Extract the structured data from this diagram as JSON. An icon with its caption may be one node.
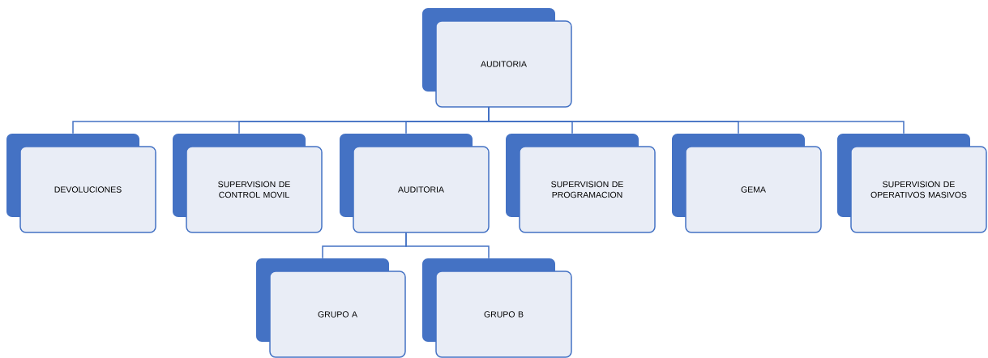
{
  "diagram": {
    "nodes": [
      {
        "text": [
          "AUDITORIA"
        ]
      },
      {
        "text": [
          "DEVOLUCIONES"
        ]
      },
      {
        "text": [
          "SUPERVISION DE CONTROL MOVIL"
        ]
      },
      {
        "text": [
          "AUDITORIA"
        ]
      },
      {
        "text": [
          "SUPERVISION DE PROGRAMACION"
        ]
      },
      {
        "text": [
          "GEMA"
        ]
      },
      {
        "text": [
          "SUPERVISION DE OPERATIVOS MASIVOS"
        ]
      },
      {
        "text": [
          "GRUPO A"
        ]
      },
      {
        "text": [
          "GRUPO B"
        ]
      }
    ],
    "edges": [
      {
        "from": 0,
        "to": 1,
        "arrow": "none"
      },
      {
        "from": 0,
        "to": 2,
        "arrow": "none"
      },
      {
        "from": 0,
        "to": 3,
        "arrow": "none"
      },
      {
        "from": 0,
        "to": 4,
        "arrow": "none"
      },
      {
        "from": 0,
        "to": 5,
        "arrow": "none"
      },
      {
        "from": 0,
        "to": 6,
        "arrow": "none"
      },
      {
        "from": 3,
        "to": 7,
        "arrow": "none"
      },
      {
        "from": 3,
        "to": 8,
        "arrow": "none"
      }
    ]
  }
}
